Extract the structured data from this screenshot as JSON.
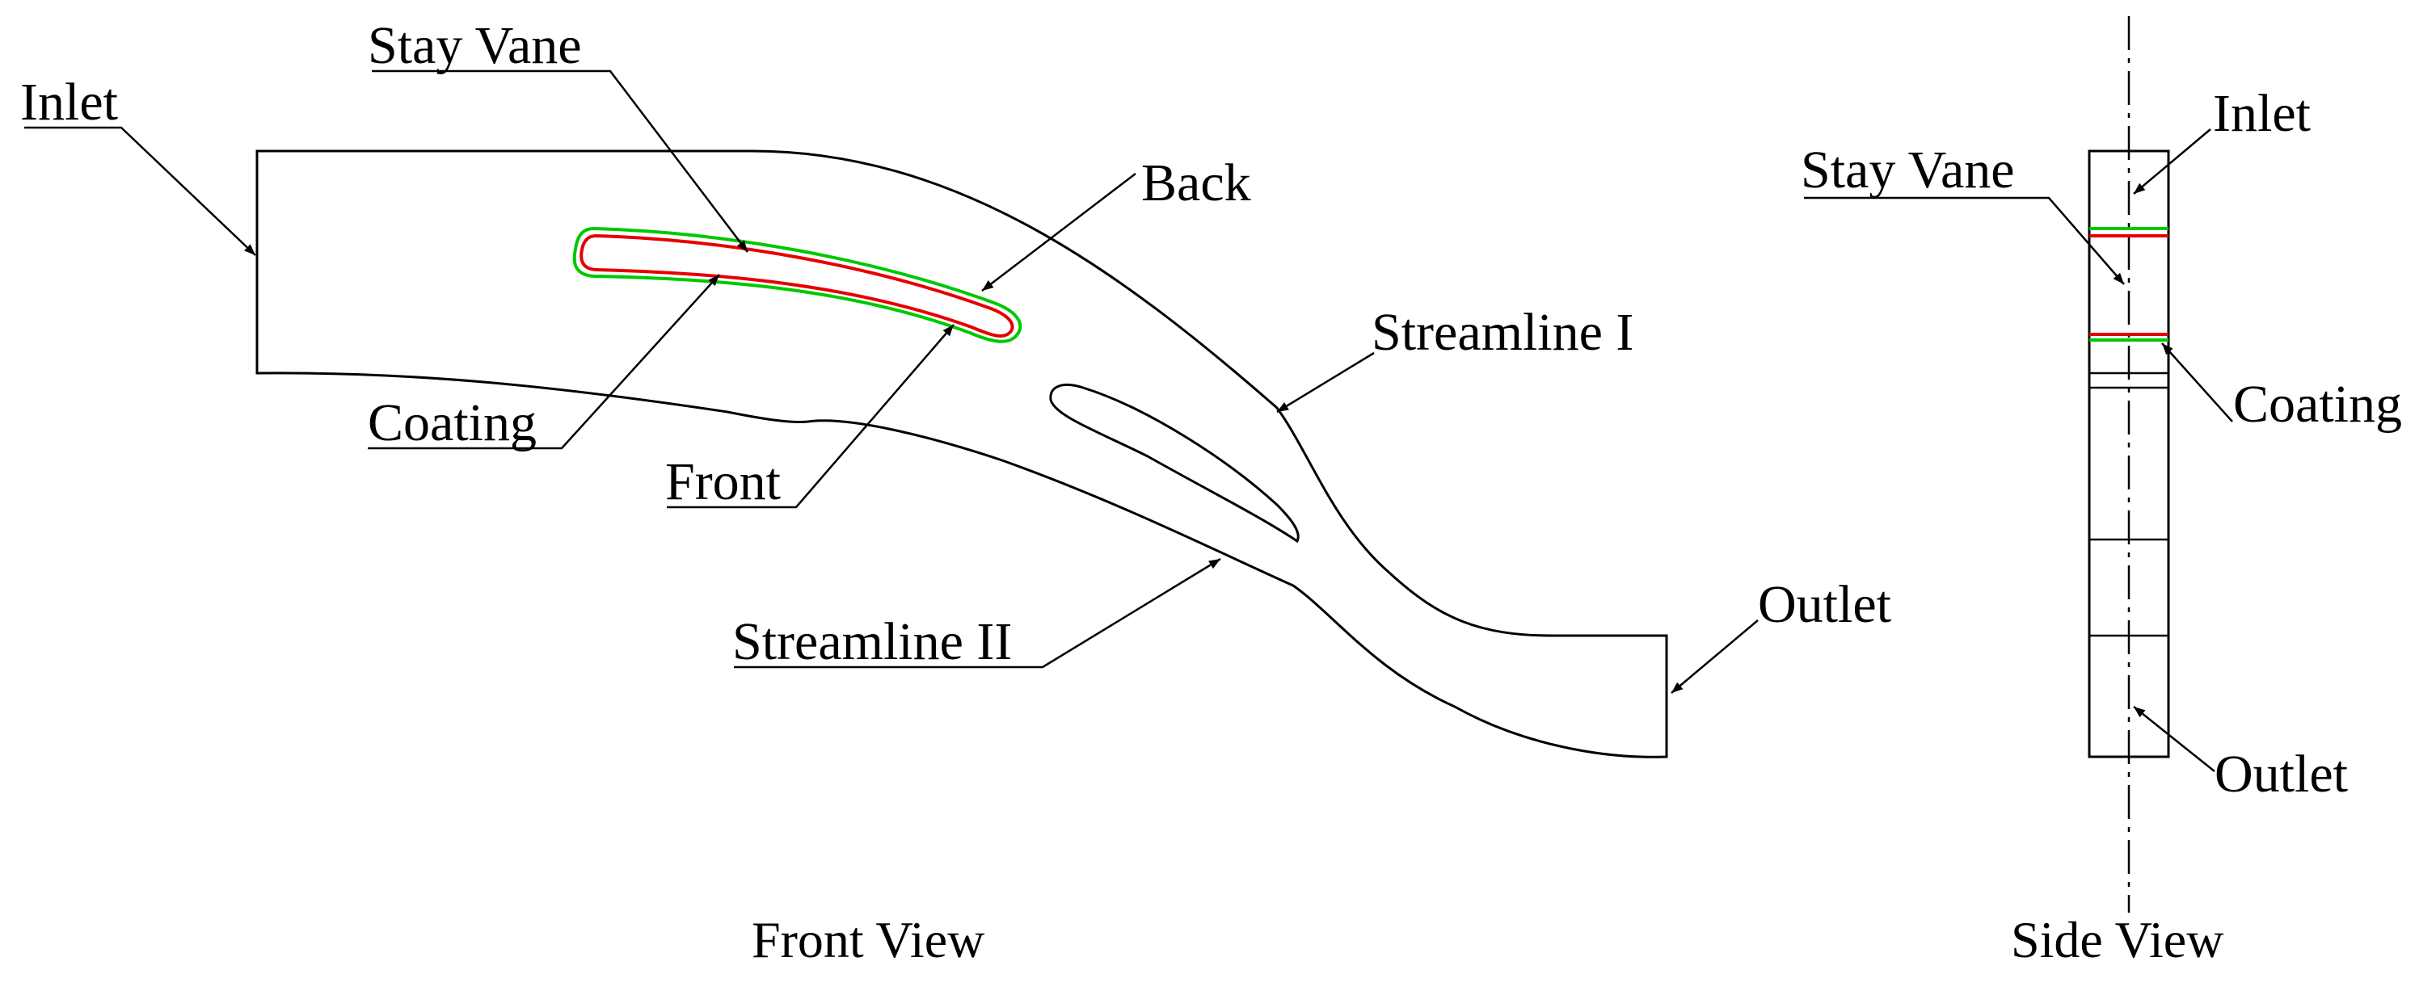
{
  "front_view": {
    "caption": "Front View",
    "labels": {
      "inlet": "Inlet",
      "stay_vane": "Stay Vane",
      "back": "Back",
      "streamline_1": "Streamline I",
      "coating": "Coating",
      "front": "Front",
      "streamline_2": "Streamline II",
      "outlet": "Outlet"
    }
  },
  "side_view": {
    "caption": "Side View",
    "labels": {
      "inlet": "Inlet",
      "stay_vane": "Stay Vane",
      "coating": "Coating",
      "outlet": "Outlet"
    }
  },
  "colors": {
    "outline": "#000000",
    "coating_outer": "#00c800",
    "coating_inner": "#e60000"
  }
}
